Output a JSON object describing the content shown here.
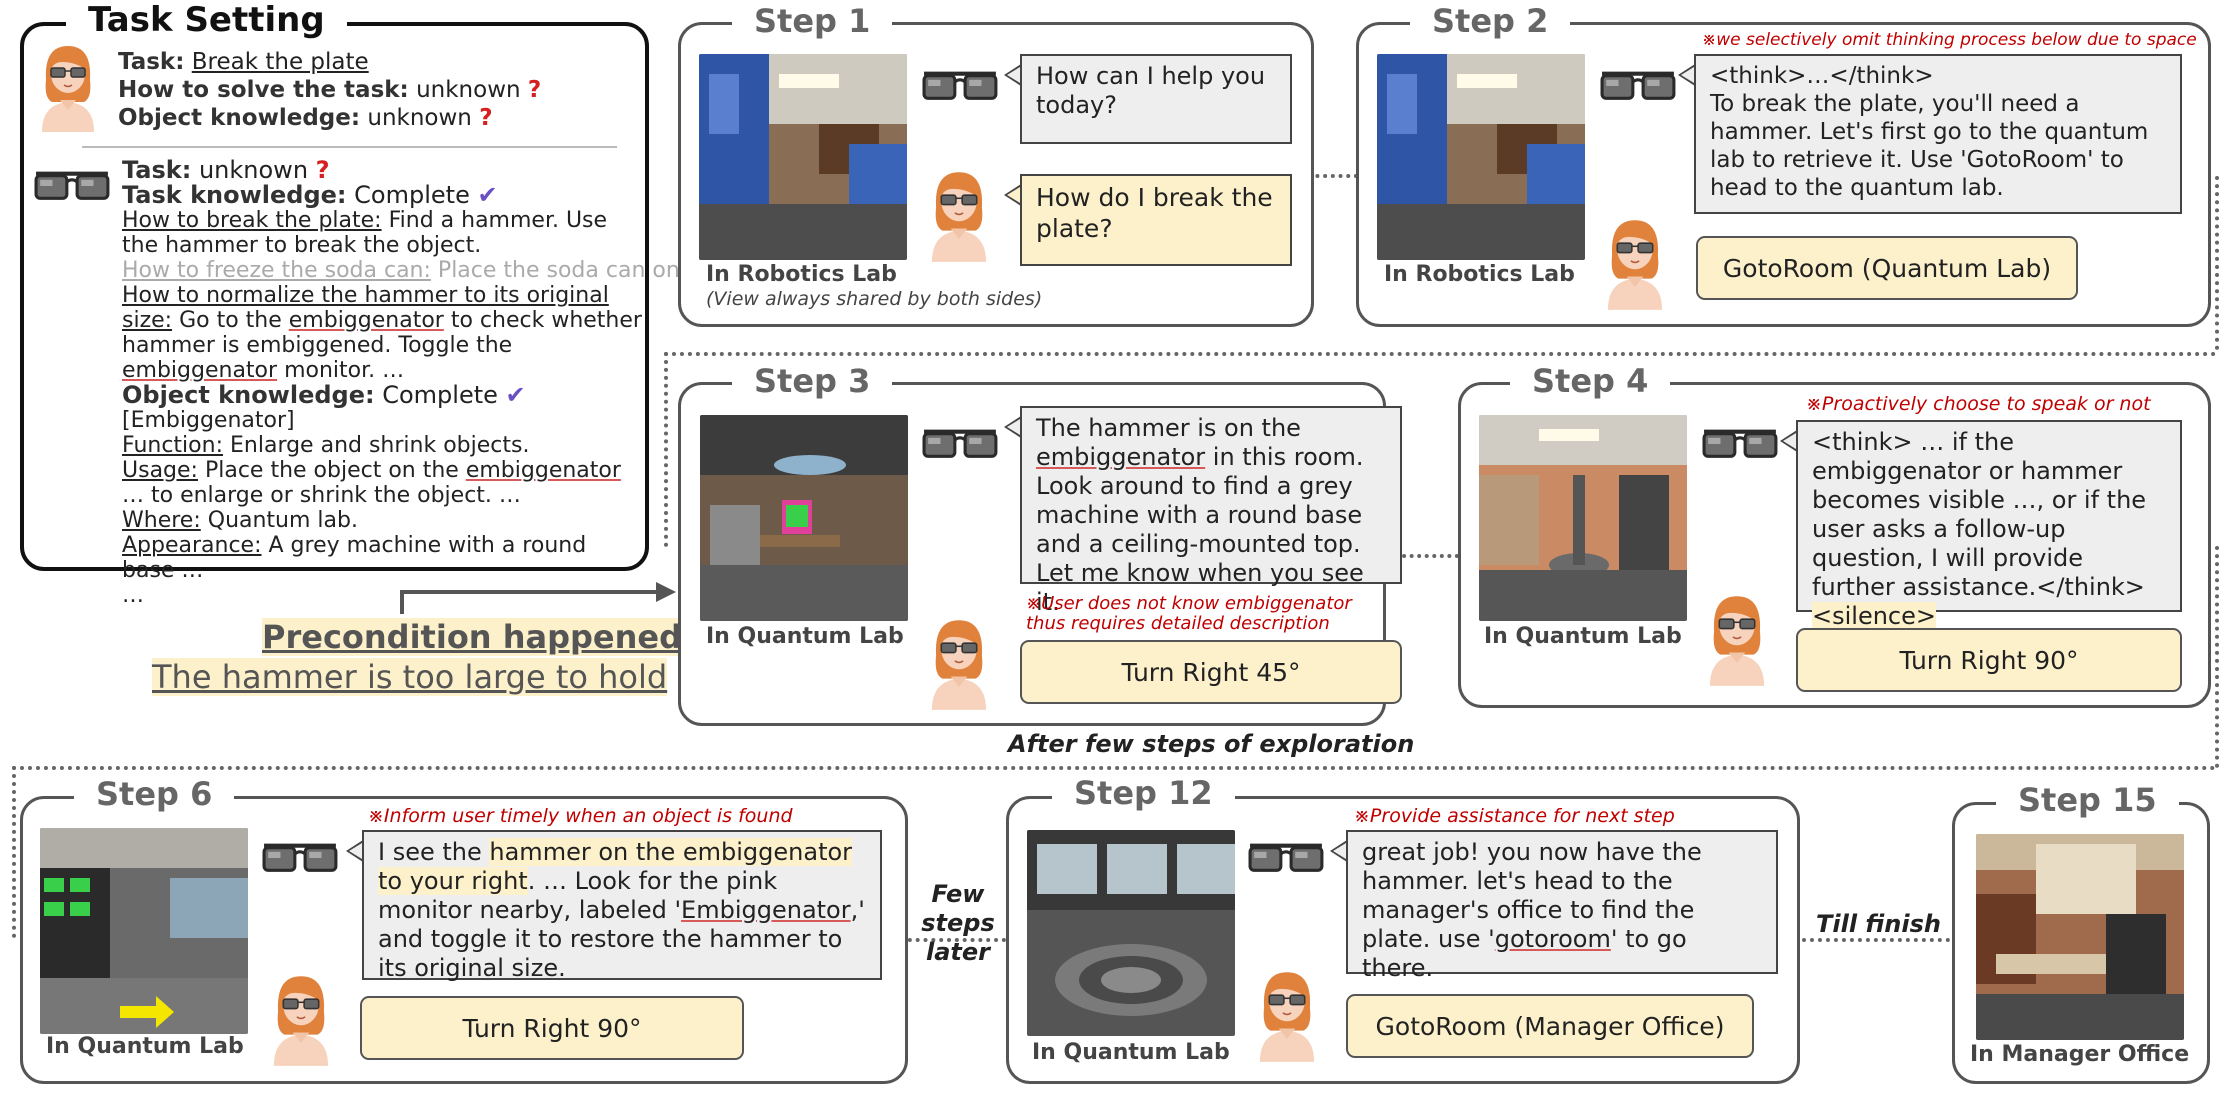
{
  "task_setting": {
    "title": "Task Setting",
    "user": {
      "task_key": "Task:",
      "task_val": "Break the plate",
      "solve_key": "How to solve the task:",
      "solve_val": "unknown",
      "obj_key": "Object knowledge:",
      "obj_val": "unknown"
    },
    "assistant": {
      "task_key": "Task:",
      "task_val": "unknown",
      "tk_key": "Task knowledge:",
      "tk_val": "Complete",
      "k1_key": "How to break the plate:",
      "k1_val": "Find a hammer. Use the hammer to break the object.",
      "k2_key": "How to freeze the soda can:",
      "k2_val": "Place the soda can on …",
      "k3_key": "How to normalize the hammer to its original size:",
      "k3_val_a": "Go to the ",
      "k3_val_b": "embiggenator",
      "k3_val_c": " to check whether hammer is embiggened. Toggle the ",
      "k3_val_d": "embiggenator",
      "k3_val_e": " monitor. …",
      "ok_key": "Object knowledge:",
      "ok_val": "Complete",
      "obj_name": "[Embiggenator]",
      "func_key": "Function:",
      "func_val": "Enlarge and shrink objects.",
      "usage_key": "Usage:",
      "usage_val_a": "Place the object on the ",
      "usage_val_b": "embiggenator",
      "usage_val_c": " … to enlarge or shrink the object. …",
      "where_key": "Where:",
      "where_val": "Quantum lab.",
      "app_key": "Appearance:",
      "app_val": "A grey machine with a round base …",
      "ellipsis": "…"
    }
  },
  "precondition": {
    "line1": "Precondition happened!",
    "line2": "The hammer is too large to hold"
  },
  "steps": {
    "s1": {
      "title": "Step 1",
      "bubble": "How can I help you today?",
      "user": "How do I break the plate?",
      "loc": "In Robotics Lab",
      "caption": "(View always shared by both sides)"
    },
    "s2": {
      "title": "Step 2",
      "note": "※we selectively omit thinking process below due to space",
      "think": "<think>…</think>",
      "bubble": "To break the plate, you'll need a hammer. Let's first go to the quantum lab to retrieve it. Use 'GotoRoom' to head to the quantum lab.",
      "action": "GotoRoom (Quantum Lab)",
      "loc": "In Robotics Lab"
    },
    "s3": {
      "title": "Step 3",
      "bubble_a": "The hammer is on the ",
      "bubble_b": "embiggenator",
      "bubble_c": " in this room. Look around to find a grey machine with a round base and a ceiling-mounted top. Let me know when you see it.",
      "note": "※User does not know embiggenator thus requires detailed description",
      "action": "Turn Right 45°",
      "loc": "In Quantum Lab"
    },
    "s4": {
      "title": "Step 4",
      "note": "※Proactively choose to speak or not",
      "bubble_a": "<think> … if the embiggenator or hammer becomes visible …, or if the user asks a follow-up question, I will provide further assistance.</think>",
      "bubble_b": "<silence>",
      "action": "Turn Right 90°",
      "loc": "In Quantum Lab"
    },
    "exploration": "After few steps of exploration",
    "s6": {
      "title": "Step 6",
      "note": "※Inform user timely when an object is found",
      "bubble_a": "I see the ",
      "bubble_hl": "hammer on the embiggenator to your right",
      "bubble_b": ". … Look for the pink monitor nearby, labeled '",
      "bubble_c": "Embiggenator",
      "bubble_d": ",' and toggle it to restore the hammer to its original size.",
      "action": "Turn Right 90°",
      "loc": "In Quantum Lab"
    },
    "few_steps": "Few steps later",
    "s12": {
      "title": "Step 12",
      "note": "※Provide assistance for next step",
      "bubble_a": "great job! you now have the hammer. let's head to the manager's office to find the plate. use '",
      "bubble_b": "gotoroom",
      "bubble_c": "' to go there.",
      "action": "GotoRoom (Manager Office)",
      "loc": "In Quantum Lab"
    },
    "till_finish": "Till finish",
    "s15": {
      "title": "Step 15",
      "loc": "In Manager Office"
    }
  },
  "colors": {
    "panel_border": "#555555",
    "bubble_gray": "#eeeeee",
    "bubble_yellow": "#fdf1cb",
    "note_red": "#c00000",
    "check_purple": "#6a4fc4",
    "question_red": "#d62020"
  }
}
